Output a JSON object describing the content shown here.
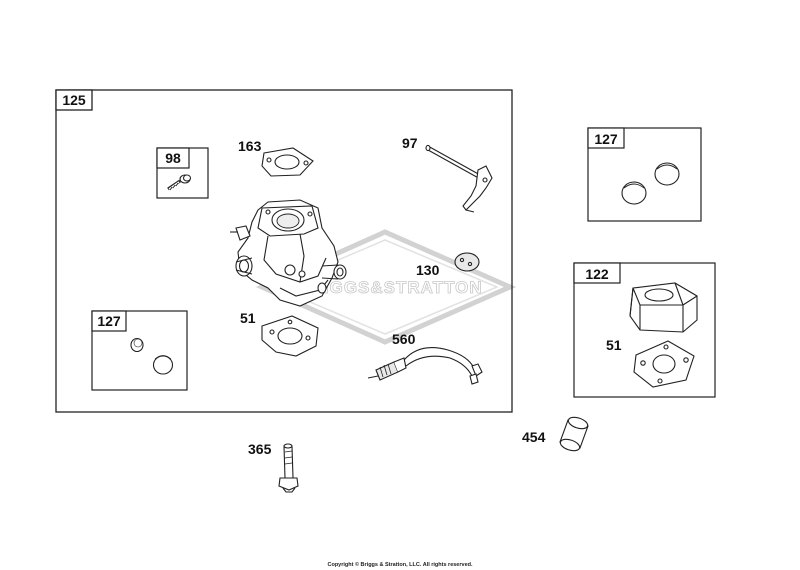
{
  "watermark": "BRIGGS&STRATTON",
  "copyright": "Copyright © Briggs & Stratton, LLC. All rights reserved.",
  "boxes": {
    "b125": "125",
    "b98": "98",
    "b127_left": "127",
    "b127_right": "127",
    "b122": "122"
  },
  "callouts": {
    "c163": "163",
    "c97": "97",
    "c130": "130",
    "c51_main": "51",
    "c560": "560",
    "c51_right": "51",
    "c454": "454",
    "c365": "365"
  }
}
